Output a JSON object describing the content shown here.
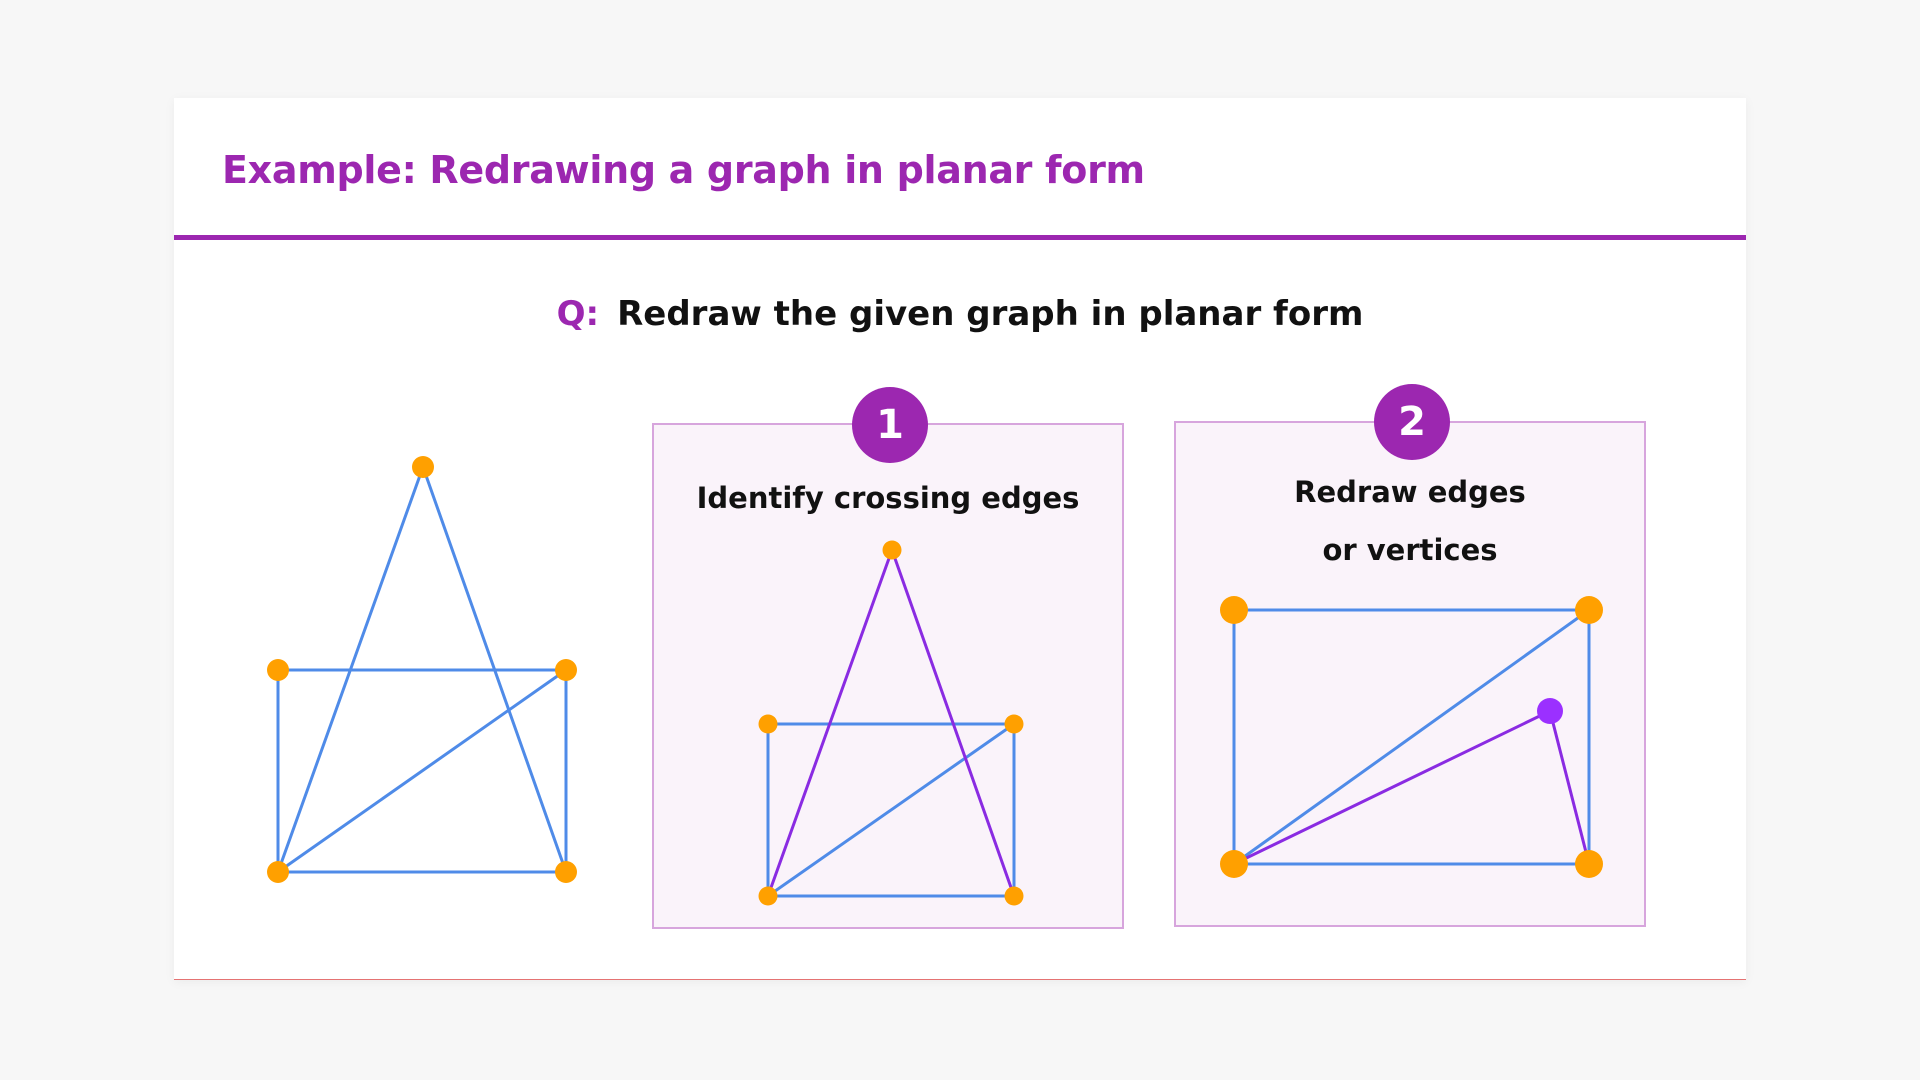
{
  "slide": {
    "title": "Example: Redrawing a graph in planar form",
    "question_prefix": "Q:",
    "question_text": "Redraw the given graph in planar form"
  },
  "steps": [
    {
      "number": "1",
      "label_lines": [
        "Identify crossing edges"
      ]
    },
    {
      "number": "2",
      "label_lines": [
        "Redraw edges",
        "or vertices"
      ]
    }
  ],
  "colors": {
    "accent": "#9c27b0",
    "edge": "#4f8be8",
    "highlight_edge": "#8a2be2",
    "vertex": "#ffa000",
    "moved_vertex": "#9b30ff",
    "panel_bg": "#faf3fa",
    "panel_border": "#d7a5dd"
  }
}
